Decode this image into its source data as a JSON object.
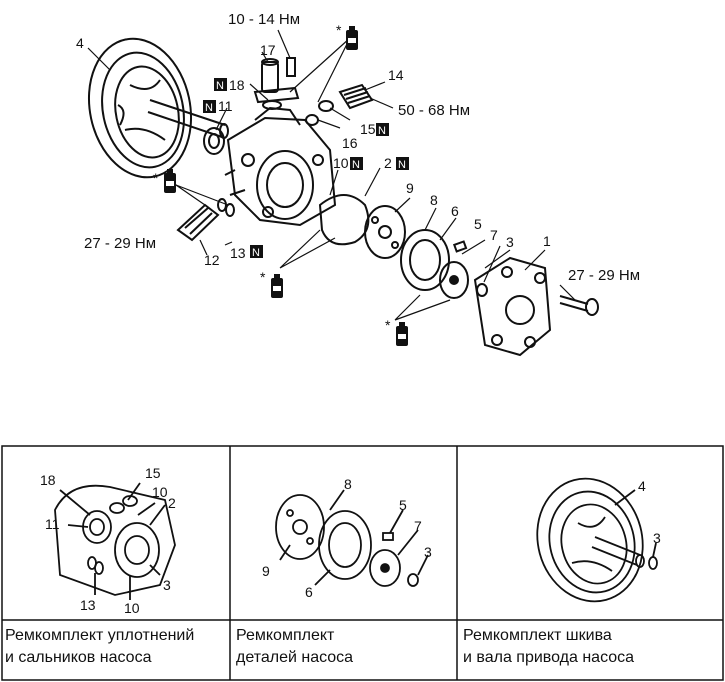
{
  "main": {
    "part_numbers": {
      "p1": "1",
      "p2": "2",
      "p3": "3",
      "p4": "4",
      "p5": "5",
      "p6": "6",
      "p7": "7",
      "p8": "8",
      "p9": "9",
      "p10": "10",
      "p11": "11",
      "p12": "12",
      "p13": "13",
      "p14": "14",
      "p15": "15",
      "p16": "16",
      "p17": "17",
      "p18": "18"
    },
    "new_part_mark": "N",
    "lube_mark": "*",
    "torques": {
      "bolt_top": "10 - 14 Нм",
      "fitting_14": "50 - 68 Нм",
      "valve_12": "27 - 29 Нм",
      "cover_bolt": "27 - 29 Нм"
    }
  },
  "kits": [
    {
      "caption_line1": "Ремкомплект уплотнений",
      "caption_line2": "и сальников насоса",
      "labels": {
        "a": "18",
        "b": "15",
        "c": "10",
        "d": "2",
        "e": "11",
        "f": "3",
        "g": "13",
        "h": "10"
      }
    },
    {
      "caption_line1": "Ремкомплект",
      "caption_line2": "деталей насоса",
      "labels": {
        "a": "8",
        "b": "5",
        "c": "7",
        "d": "9",
        "e": "6",
        "f": "3"
      }
    },
    {
      "caption_line1": "Ремкомплект шкива",
      "caption_line2": "и вала привода насоса",
      "labels": {
        "a": "4",
        "b": "3"
      }
    }
  ]
}
